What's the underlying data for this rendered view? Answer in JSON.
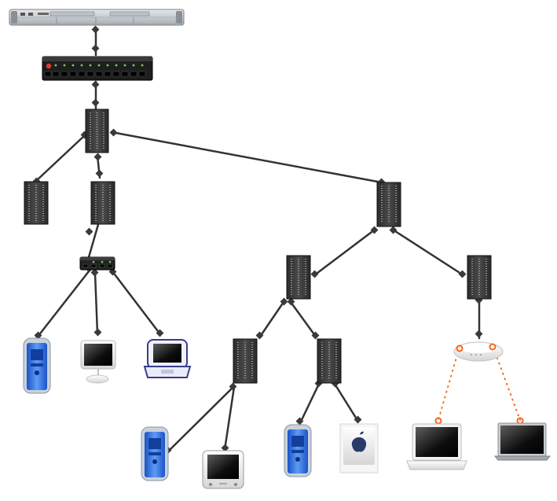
{
  "diagram": {
    "colors": {
      "background": "#ffffff",
      "wired_link": "#333333",
      "wireless_link": "#f26a1b",
      "switch_port_led": "#7cd14a",
      "power_led": "#e23a2e",
      "blue_tower": "#2f6fe0",
      "laptop_frame": "#d8d8d8"
    },
    "devices": [
      {
        "id": "rack-server",
        "icon": "xserve-rack-server"
      },
      {
        "id": "core-switch",
        "icon": "ethernet-switch"
      },
      {
        "id": "tower-1",
        "icon": "server-tower"
      },
      {
        "id": "tower-2",
        "icon": "server-tower"
      },
      {
        "id": "tower-3",
        "icon": "server-tower"
      },
      {
        "id": "tower-4",
        "icon": "server-tower"
      },
      {
        "id": "tower-5",
        "icon": "server-tower"
      },
      {
        "id": "tower-6",
        "icon": "server-tower"
      },
      {
        "id": "tower-7",
        "icon": "server-tower"
      },
      {
        "id": "tower-8",
        "icon": "server-tower"
      },
      {
        "id": "hub-small",
        "icon": "small-ethernet-hub"
      },
      {
        "id": "airport",
        "icon": "wireless-base-station"
      },
      {
        "id": "g4-left",
        "icon": "blue-powermac-g4"
      },
      {
        "id": "imac-g4",
        "icon": "imac-g4"
      },
      {
        "id": "ibook",
        "icon": "ibook-clamshell"
      },
      {
        "id": "g4-bottom-1",
        "icon": "blue-powermac-g4"
      },
      {
        "id": "emac",
        "icon": "emac"
      },
      {
        "id": "g4-bottom-2",
        "icon": "blue-powermac-g4"
      },
      {
        "id": "g4-cube",
        "icon": "powermac-g4-cube"
      },
      {
        "id": "ibook-white",
        "icon": "white-laptop"
      },
      {
        "id": "powerbook",
        "icon": "powerbook-laptop"
      }
    ],
    "links": [
      {
        "from": "rack-server",
        "to": "core-switch",
        "kind": "wired"
      },
      {
        "from": "core-switch",
        "to": "tower-1",
        "kind": "wired"
      },
      {
        "from": "tower-1",
        "to": "tower-2",
        "kind": "wired"
      },
      {
        "from": "tower-1",
        "to": "tower-3",
        "kind": "wired"
      },
      {
        "from": "tower-1",
        "to": "tower-4",
        "kind": "wired"
      },
      {
        "from": "tower-3",
        "to": "hub-small",
        "kind": "wired"
      },
      {
        "from": "hub-small",
        "to": "g4-left",
        "kind": "wired"
      },
      {
        "from": "hub-small",
        "to": "imac-g4",
        "kind": "wired"
      },
      {
        "from": "hub-small",
        "to": "ibook",
        "kind": "wired"
      },
      {
        "from": "tower-4",
        "to": "tower-5",
        "kind": "wired"
      },
      {
        "from": "tower-4",
        "to": "tower-6",
        "kind": "wired"
      },
      {
        "from": "tower-5",
        "to": "tower-7",
        "kind": "wired"
      },
      {
        "from": "tower-5",
        "to": "tower-8",
        "kind": "wired"
      },
      {
        "from": "tower-7",
        "to": "g4-bottom-1",
        "kind": "wired"
      },
      {
        "from": "tower-7",
        "to": "emac",
        "kind": "wired"
      },
      {
        "from": "tower-8",
        "to": "g4-bottom-2",
        "kind": "wired"
      },
      {
        "from": "tower-8",
        "to": "g4-cube",
        "kind": "wired"
      },
      {
        "from": "tower-6",
        "to": "airport",
        "kind": "wired"
      },
      {
        "from": "airport",
        "to": "ibook-white",
        "kind": "wireless"
      },
      {
        "from": "airport",
        "to": "powerbook",
        "kind": "wireless"
      }
    ]
  }
}
